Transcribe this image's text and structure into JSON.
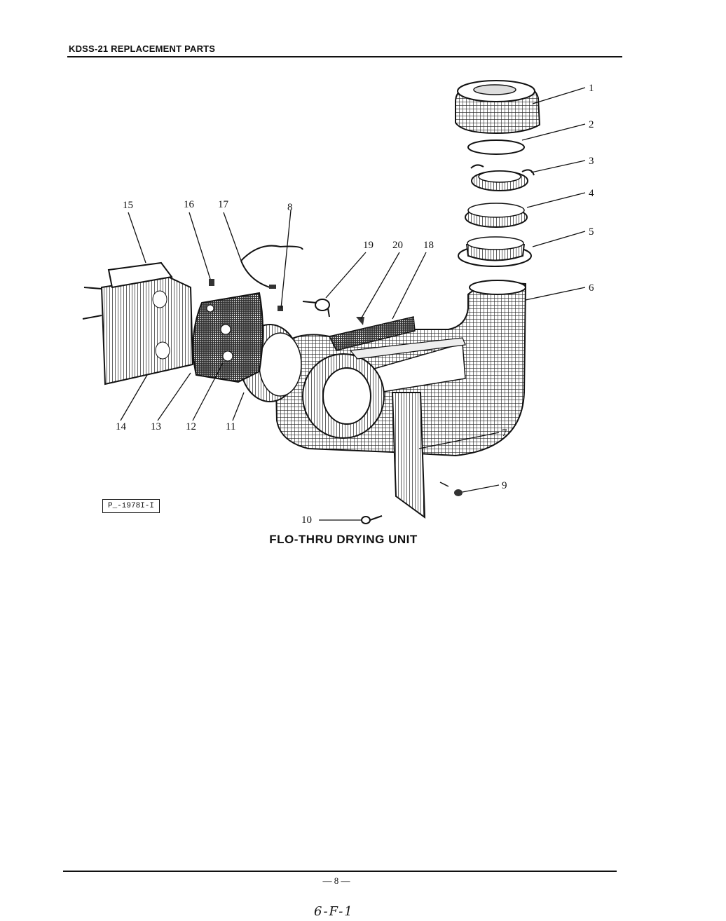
{
  "header": {
    "title": "KDSS-21 REPLACEMENT PARTS"
  },
  "figure": {
    "caption": "FLO-THRU DRYING UNIT",
    "stamp": "P_-i978I-I",
    "callouts": [
      "1",
      "2",
      "3",
      "4",
      "5",
      "6",
      "7",
      "8",
      "9",
      "10",
      "11",
      "12",
      "13",
      "14",
      "15",
      "16",
      "17",
      "18",
      "19",
      "20"
    ]
  },
  "footer": {
    "page_number": "— 8 —",
    "handwritten_note": "6-F-1"
  }
}
